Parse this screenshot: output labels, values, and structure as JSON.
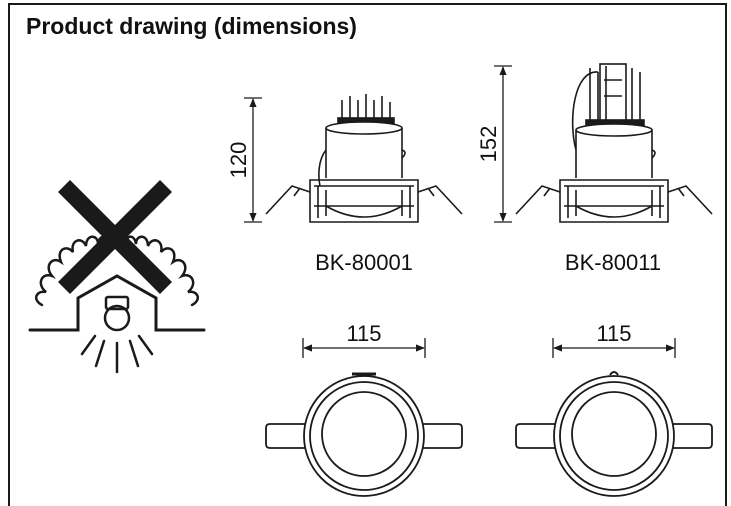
{
  "title": "Product drawing (dimensions)",
  "warning_icon": "no-insulation-cover-icon",
  "products": [
    {
      "model": "BK-80001",
      "height": "120",
      "diameter": "115"
    },
    {
      "model": "BK-80011",
      "height": "152",
      "diameter": "115"
    }
  ],
  "colors": {
    "line": "#1a1a1a",
    "background": "#ffffff"
  }
}
